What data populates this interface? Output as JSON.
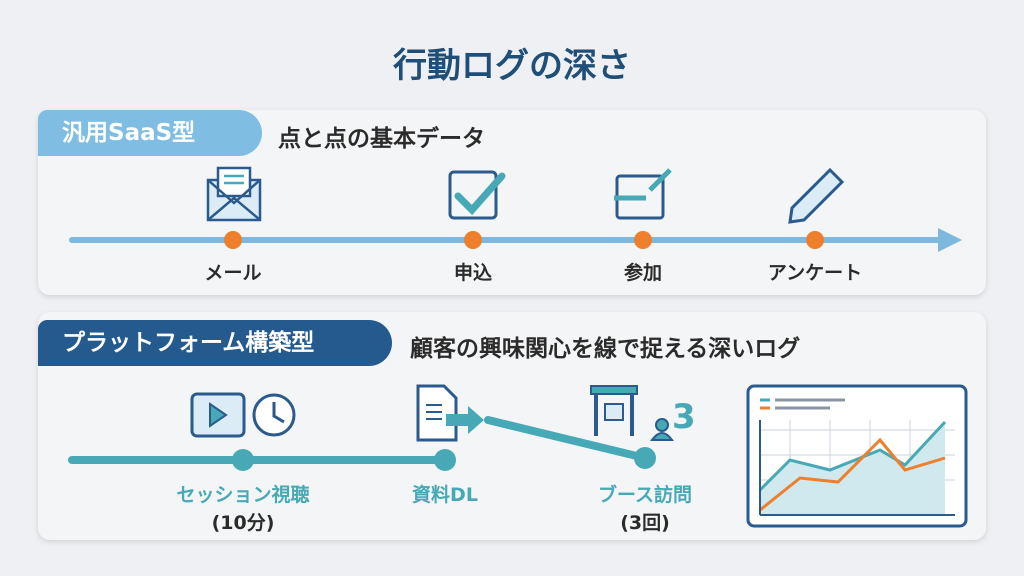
{
  "title": "行動ログの深さ",
  "saas": {
    "badge": "汎用SaaS型",
    "subtitle": "点と点の基本データ",
    "points": [
      {
        "label": "メール",
        "icon": "envelope-icon"
      },
      {
        "label": "申込",
        "icon": "checkbox-icon"
      },
      {
        "label": "参加",
        "icon": "enter-arrow-icon"
      },
      {
        "label": "アンケート",
        "icon": "pencil-icon"
      }
    ]
  },
  "platform": {
    "badge": "プラットフォーム構築型",
    "subtitle": "顧客の興味関心を線で捉える深いログ",
    "points": [
      {
        "label": "セッション視聴",
        "detail": "(10分)",
        "icon": "video-clock-icon"
      },
      {
        "label": "資料DL",
        "icon": "document-arrow-icon"
      },
      {
        "label": "ブース訪問",
        "detail": "(3回)",
        "icon": "booth-icon"
      }
    ],
    "visit_count": "3"
  },
  "colors": {
    "title": "#1f4e79",
    "saas": "#7fbde3",
    "platform": "#245a8d",
    "orange": "#ee7f2d",
    "teal": "#47a9b5"
  }
}
